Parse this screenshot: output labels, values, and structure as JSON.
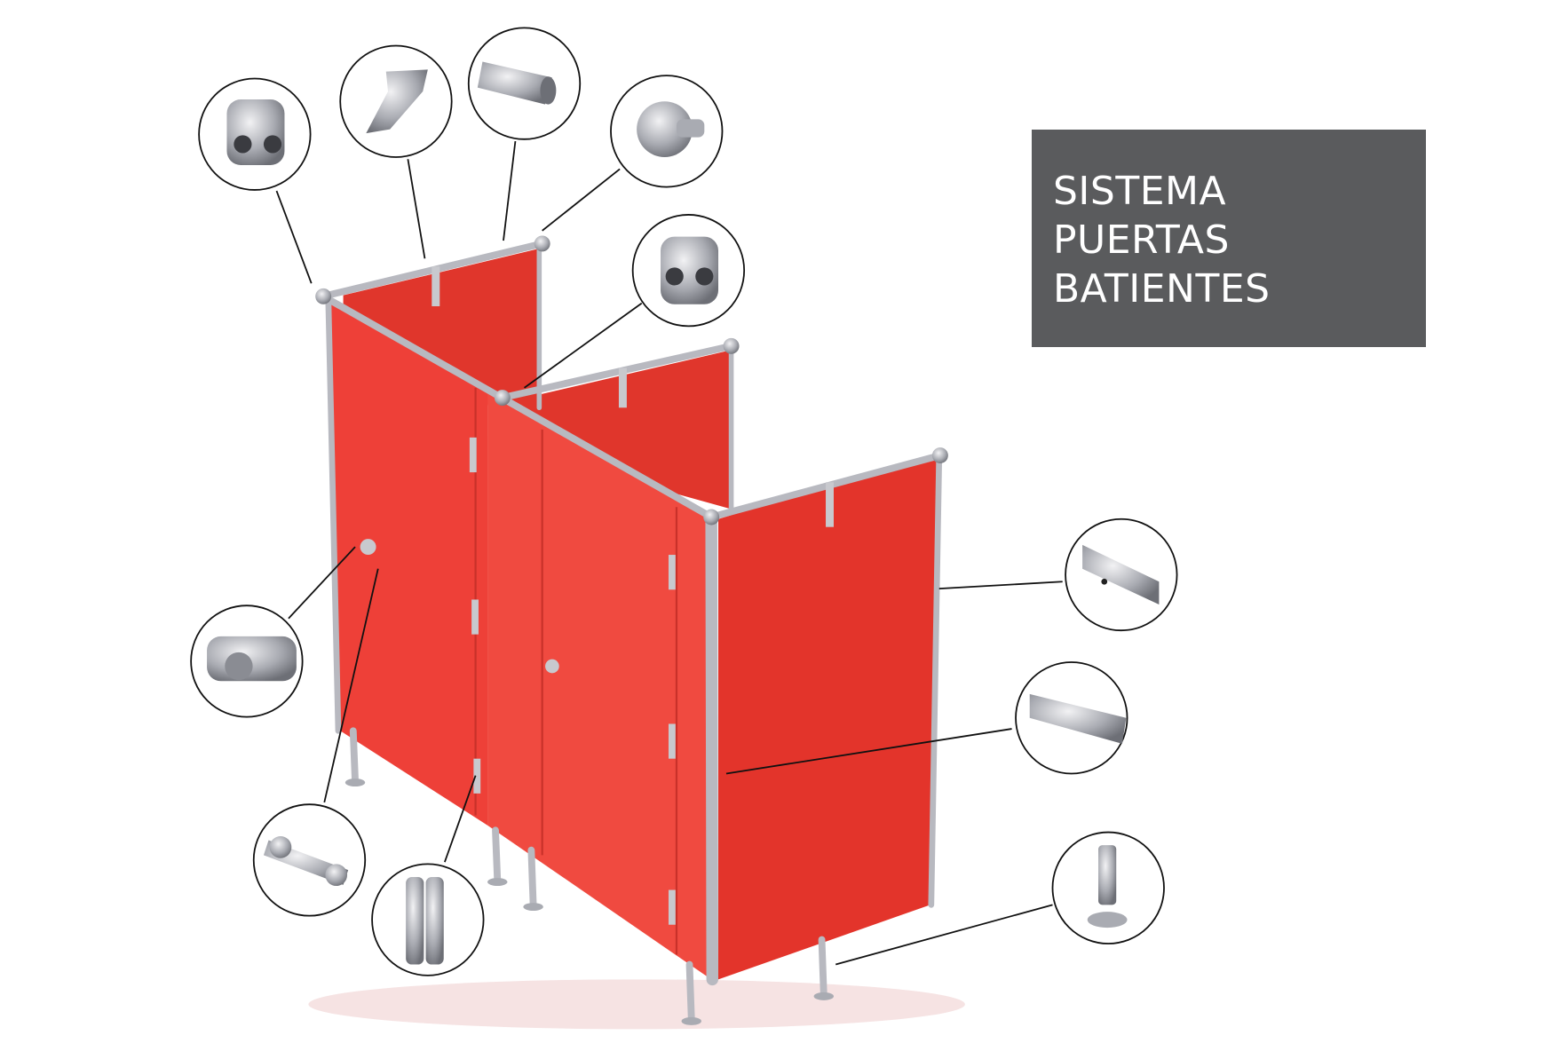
{
  "title": {
    "lines": [
      "SISTEMA",
      "PUERTAS",
      "BATIENTES"
    ],
    "background": "#5a5b5d"
  },
  "colors": {
    "panel": "#ee4038",
    "panel_dark": "#e3342b",
    "metal": "#b8b9c0"
  },
  "components": [
    {
      "icon": "cross-connector-knob-icon"
    },
    {
      "icon": "rail-bracket-icon"
    },
    {
      "icon": "tube-rail-icon"
    },
    {
      "icon": "wall-flange-icon"
    },
    {
      "icon": "corner-connector-icon"
    },
    {
      "icon": "u-channel-profile-icon"
    },
    {
      "icon": "angle-profile-icon"
    },
    {
      "icon": "adjustable-leg-icon"
    },
    {
      "icon": "door-lock-indicator-icon"
    },
    {
      "icon": "door-knob-icon"
    },
    {
      "icon": "door-hinge-icon"
    }
  ]
}
